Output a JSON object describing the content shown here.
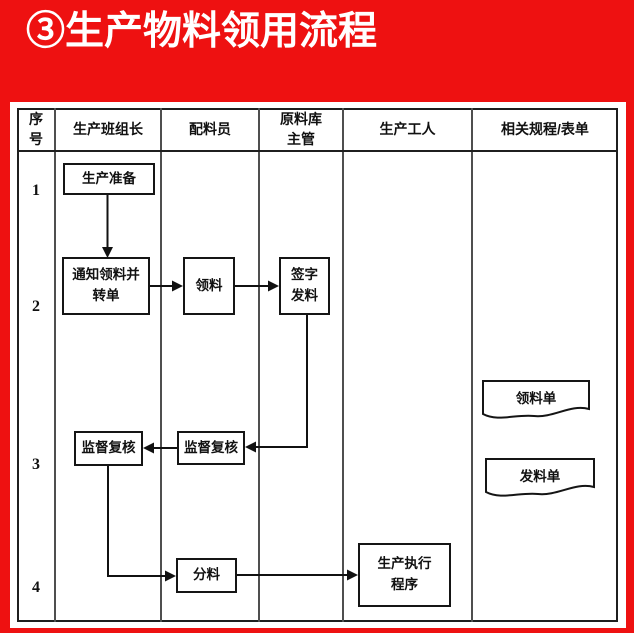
{
  "slide": {
    "title": "③生产物料领用流程",
    "colors": {
      "background_red": "#ee1111",
      "panel_white": "#ffffff",
      "line_black": "#1f1f1f"
    }
  },
  "table": {
    "headers": [
      "序\n号",
      "生产班组长",
      "配料员",
      "原料库\n主管",
      "生产工人",
      "相关规程/表单"
    ],
    "row_numbers": [
      "1",
      "2",
      "3",
      "4"
    ]
  },
  "nodes": {
    "prep": "生产准备",
    "notify": "通知领料并\n转单",
    "pick": "领料",
    "sign": "签字\n发料",
    "review_leader": "监督复核",
    "review_batcher": "监督复核",
    "split": "分料",
    "exec": "生产执行\n程序"
  },
  "documents": {
    "requisition": "领料单",
    "issue": "发料单"
  }
}
